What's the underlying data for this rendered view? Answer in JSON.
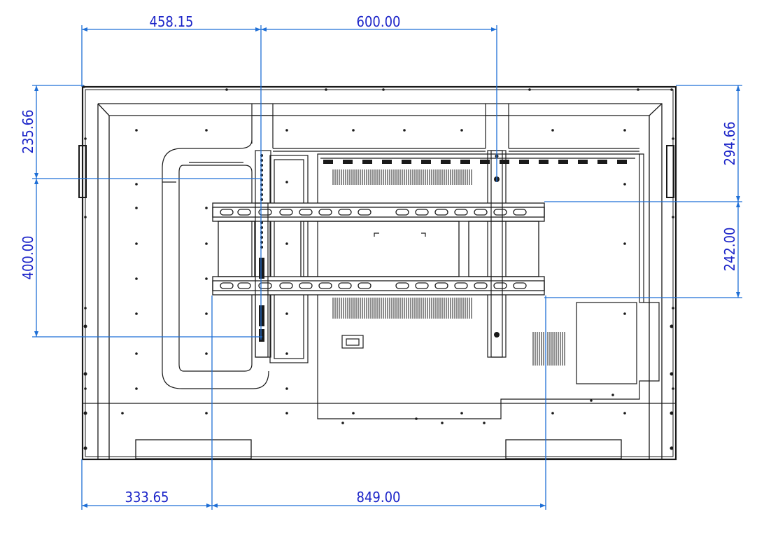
{
  "colors": {
    "dimension": "#1f6fd6",
    "dimension_text": "#1b24c8",
    "outline": "#1a1a1a",
    "background": "#ffffff"
  },
  "dimensions": {
    "top_left": "458.15",
    "top_right": "600.00",
    "left_upper": "235.66",
    "left_lower": "400.00",
    "right_upper": "294.66",
    "right_lower": "242.00",
    "bottom_left": "333.65",
    "bottom_right": "849.00"
  }
}
